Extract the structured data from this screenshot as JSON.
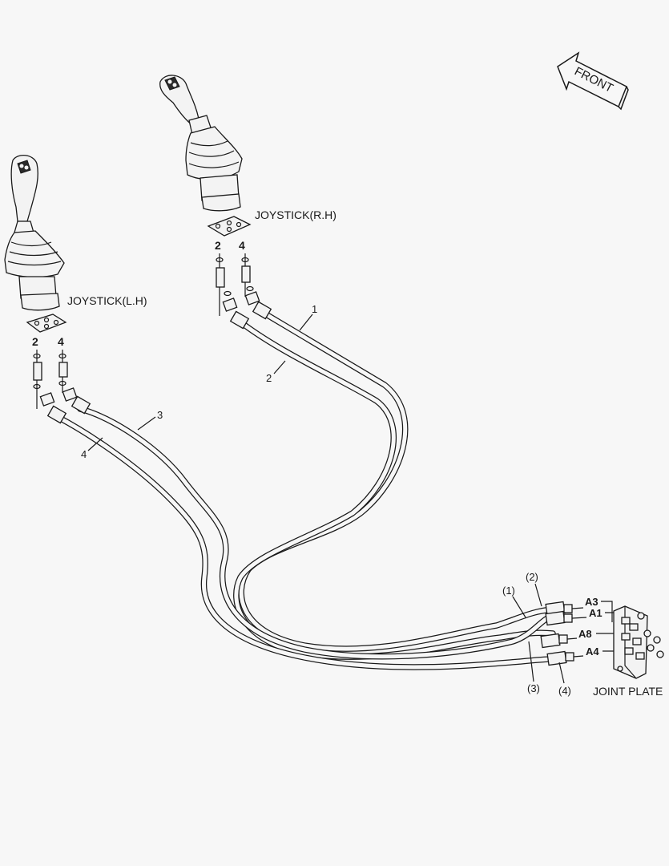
{
  "front_label": "FRONT",
  "joysticks": {
    "left": {
      "label": "JOYSTICK(L.H)"
    },
    "right": {
      "label": "JOYSTICK(R.H)"
    }
  },
  "part_numbers": {
    "left_fitting_a": "2",
    "left_fitting_b": "4",
    "right_fitting_a": "2",
    "right_fitting_b": "4",
    "hose_1": "1",
    "hose_2": "2",
    "hose_3": "3",
    "hose_4": "4"
  },
  "joint_plate": {
    "label": "JOINT PLATE",
    "hose_refs": [
      "(1)",
      "(2)",
      "(3)",
      "(4)"
    ],
    "ports": [
      "A3",
      "A1",
      "A8",
      "A4"
    ]
  }
}
